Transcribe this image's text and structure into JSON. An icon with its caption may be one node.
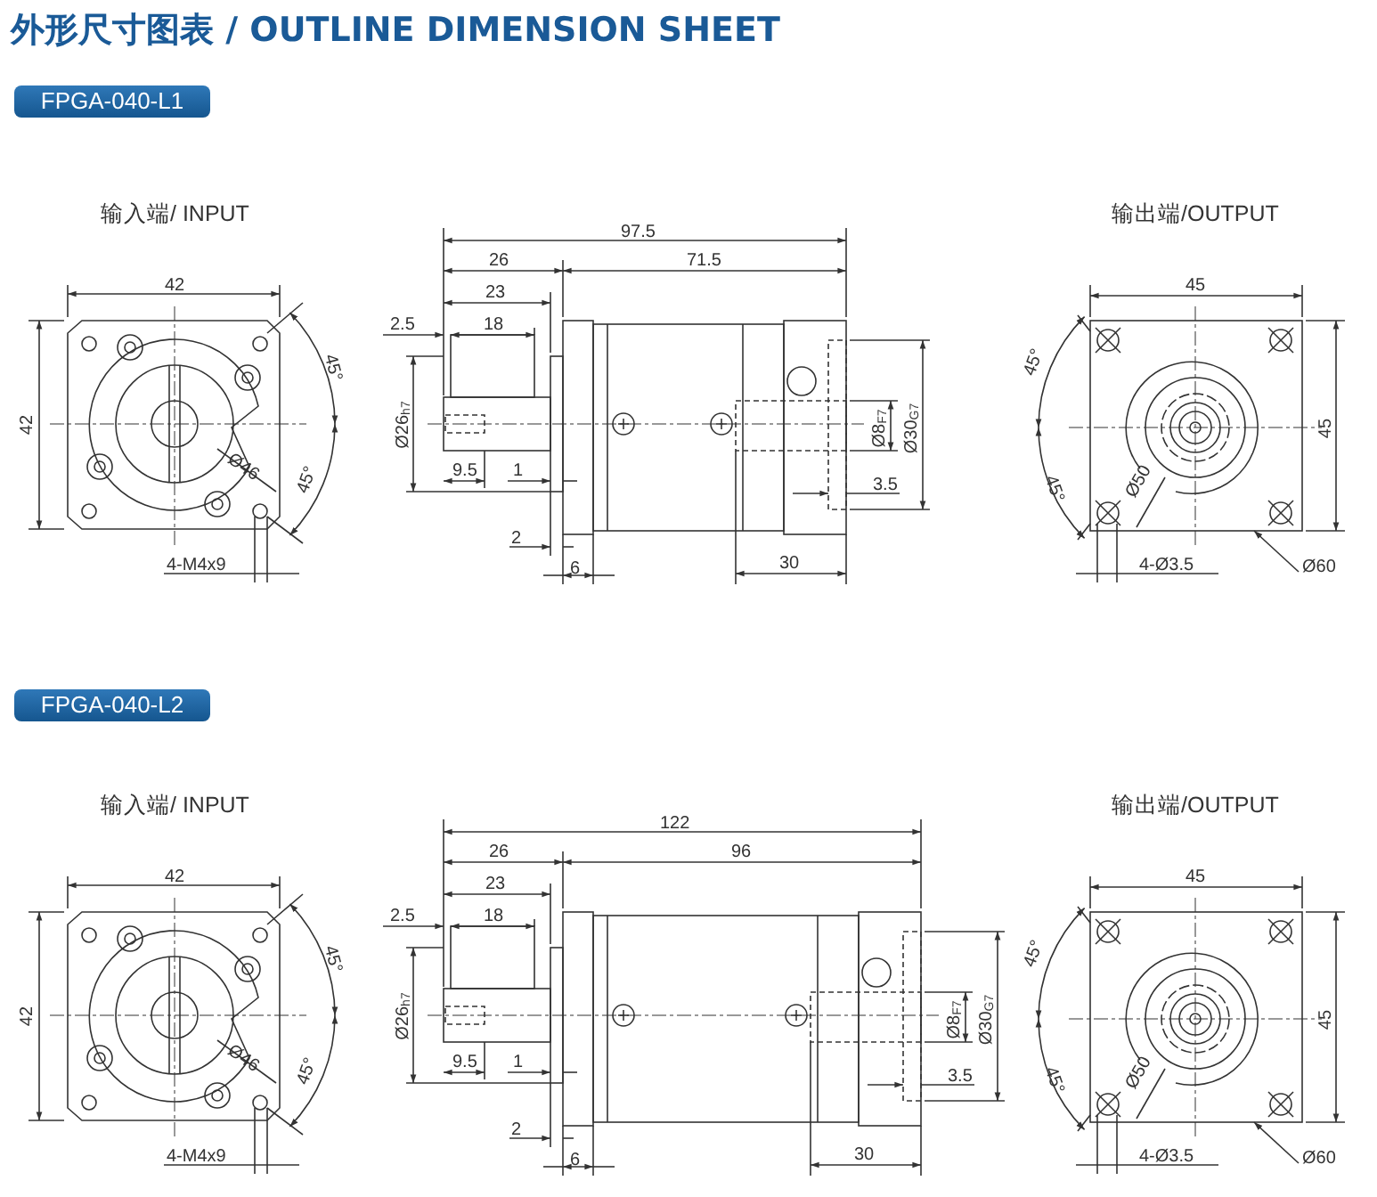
{
  "diagram": {
    "title": "外形尺寸图表 / OUTLINE DIMENSION SHEET",
    "nodes": [
      {
        "text": [
          "FPGA-040-L1"
        ]
      },
      {
        "text": [
          "Ø60"
        ]
      },
      {
        "text": [
          "FPGA-040-L2"
        ]
      },
      {
        "text": [
          "Ø60"
        ]
      }
    ],
    "edges": [
      {
        "from": null,
        "to": 1,
        "arrow": "to"
      },
      {
        "from": null,
        "to": 3,
        "arrow": "to"
      }
    ],
    "labels": [
      "输入端/ INPUT",
      "输出端/OUTPUT",
      "97.5",
      "26",
      "71.5",
      "42",
      "45",
      "23",
      "2.5",
      "18",
      "45°",
      "45°",
      "42",
      "Ø26$_{h7}$",
      "Ø8$_{F7}$",
      "Ø30$_{G7}$",
      "45",
      "Ø46",
      "45°",
      "9.5",
      "1",
      "3.5",
      "45°",
      "Ø50",
      "2",
      "4-M4x9",
      "6",
      "30",
      "4-Ø3.5",
      "输入端/ INPUT",
      "输出端/OUTPUT",
      "122",
      "26",
      "96",
      "42",
      "45",
      "23",
      "2.5",
      "18",
      "45°",
      "45°",
      "42",
      "Ø26$_{h7}$",
      "Ø8$_{F7}$",
      "Ø30$_{G7}$",
      "45",
      "Ø46",
      "45°",
      "9.5",
      "1",
      "3.5",
      "45°",
      "Ø50",
      "2",
      "4-M4x9",
      "6",
      "30",
      "4-Ø3.5"
    ]
  }
}
